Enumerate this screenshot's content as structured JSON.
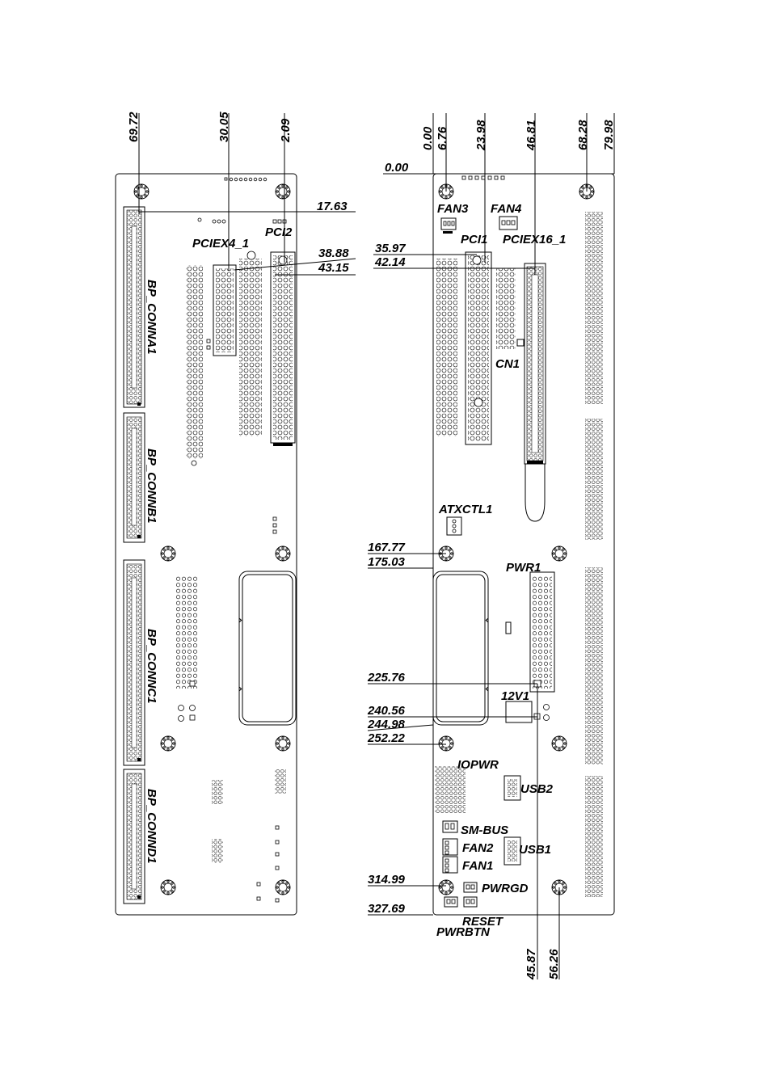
{
  "left_board": {
    "top_dimensions": [
      "69.72",
      "30.05",
      "2.09"
    ],
    "side_dimensions": [
      "17.63",
      "38.88",
      "43.15"
    ],
    "labels": {
      "pci2": "PCI2",
      "pciex4": "PCIEX4_1",
      "conna": "BP_CONNA1",
      "connb": "BP_CONNB1",
      "connc": "BP_CONNC1",
      "connd": "BP_CONND1"
    }
  },
  "right_board": {
    "top_dimensions": [
      "0.00",
      "6.76",
      "23.98",
      "46.81",
      "68.28",
      "79.98"
    ],
    "left_dimensions": [
      "0.00",
      "35.97",
      "42.14",
      "167.77",
      "175.03",
      "225.76",
      "240.56",
      "244.98",
      "252.22",
      "314.99",
      "327.69"
    ],
    "bottom_dimensions": [
      "45.87",
      "56.26"
    ],
    "labels": {
      "fan3": "FAN3",
      "fan4": "FAN4",
      "pci1": "PCI1",
      "pciex16": "PCIEX16_1",
      "cn1": "CN1",
      "atxctl": "ATXCTL1",
      "pwr1": "PWR1",
      "v12": "12V1",
      "iopwr": "IOPWR",
      "usb2": "USB2",
      "smbus": "SM-BUS",
      "fan2": "FAN2",
      "usb1": "USB1",
      "fan1": "FAN1",
      "pwrgd": "PWRGD",
      "reset": "RESET",
      "pwrbtn": "PWRBTN"
    }
  }
}
